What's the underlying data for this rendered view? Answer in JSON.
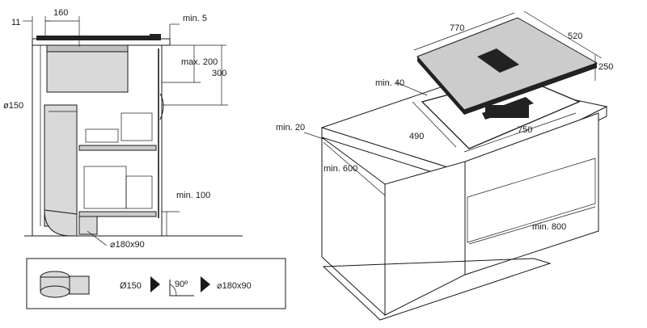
{
  "side_view": {
    "dim_11": "11",
    "dim_160": "160",
    "dim_min5": "min. 5",
    "dim_max200": "max. 200",
    "dim_300": "300",
    "dim_dia150": "ø150",
    "dim_min100": "min. 100",
    "dim_180x90": "180x90"
  },
  "legend": {
    "dia150": "Ø150",
    "angle": "90º",
    "rect": "180x90"
  },
  "iso_view": {
    "dim_770": "770",
    "dim_520": "520",
    "dim_250": "250",
    "dim_min40": "min. 40",
    "dim_490": "490",
    "dim_750": "750",
    "dim_min20": "min. 20",
    "dim_min600": "min. 600",
    "dim_min800": "min. 800"
  },
  "colors": {
    "line": "#1a1a1a",
    "duct_fill": "#d9d9d9",
    "hob_top": "#cccccc",
    "hob_dark": "#222222"
  }
}
